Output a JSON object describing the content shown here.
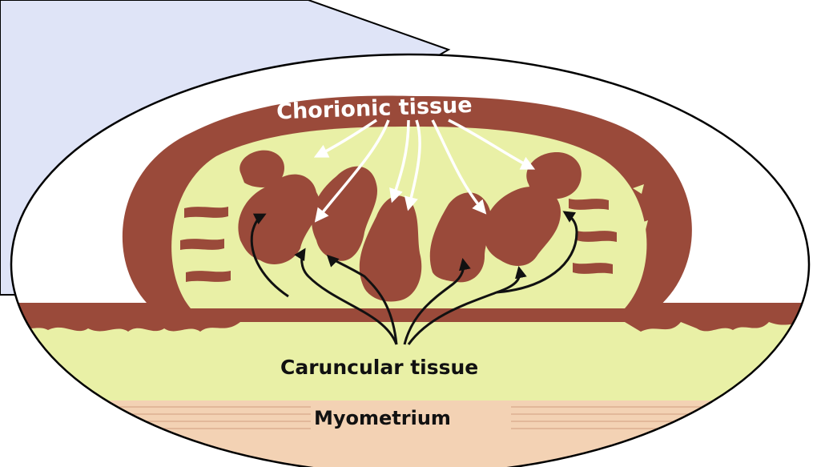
{
  "labels": {
    "chorionic": "Chorionic tissue",
    "caruncular": "Caruncular tissue",
    "myometrium": "Myometrium"
  },
  "colors": {
    "chorion": "#9a4a3a",
    "caruncle": "#e9f0a6",
    "myometrium": "#f3d2b4",
    "callout": "#dfe4f7",
    "outline": "#000000",
    "arrow_chorion": "#ffffff",
    "arrow_caruncle": "#111111"
  }
}
